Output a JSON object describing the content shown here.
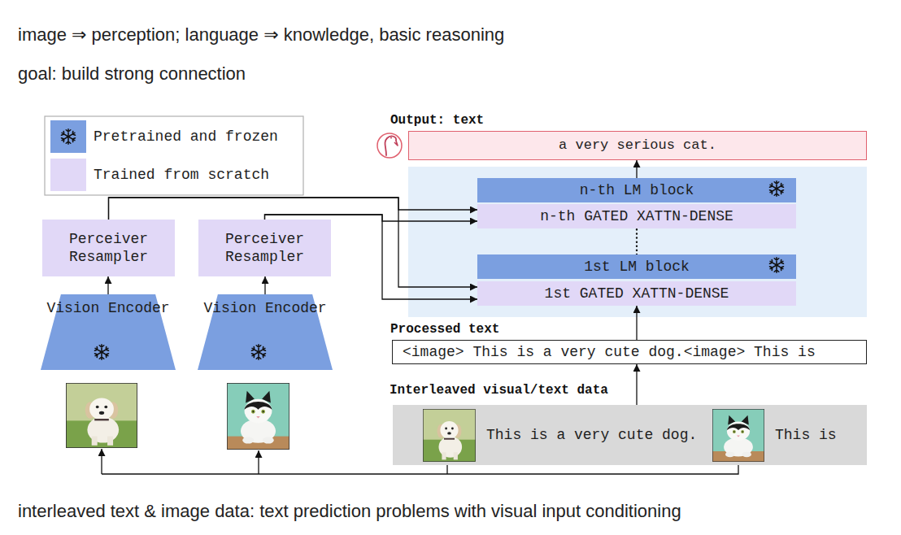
{
  "diagram": {
    "nodes": [
      {
        "text": [
          "Output: text",
          "a very serious cat."
        ]
      },
      {
        "text": [
          "n-th LM block"
        ]
      },
      {
        "text": [
          "n-th GATED XATTN-DENSE"
        ]
      },
      {
        "text": [
          "1st LM block"
        ]
      },
      {
        "text": [
          "1st GATED XATTN-DENSE"
        ]
      },
      {
        "text": [
          "Perceiver Resampler"
        ]
      },
      {
        "text": [
          "Perceiver Resampler"
        ]
      },
      {
        "text": [
          "Vision Encoder"
        ]
      },
      {
        "text": [
          "Vision Encoder"
        ]
      },
      {
        "text": [
          "Processed text",
          "<image> This is a very cute dog.<image> This is"
        ]
      },
      {
        "text": [
          "Interleaved visual/text data",
          "This is a very cute dog.",
          "This is"
        ]
      }
    ],
    "edges": [
      {
        "from": 7,
        "to": 5,
        "arrow": "to"
      },
      {
        "from": 8,
        "to": 6,
        "arrow": "to"
      },
      {
        "from": 5,
        "to": 2,
        "arrow": "to"
      },
      {
        "from": 5,
        "to": 4,
        "arrow": "to"
      },
      {
        "from": 6,
        "to": 2,
        "arrow": "to"
      },
      {
        "from": 6,
        "to": 4,
        "arrow": "to"
      },
      {
        "from": 9,
        "to": 4,
        "arrow": "to"
      },
      {
        "from": 3,
        "to": 2,
        "arrow": "none"
      },
      {
        "from": 1,
        "to": 0,
        "arrow": "to"
      },
      {
        "from": 10,
        "to": 9,
        "arrow": "to"
      }
    ],
    "labels": [
      "image ⇒ perception; language ⇒ knowledge, basic reasoning",
      "goal: build strong connection",
      "interleaved text & image data: text prediction problems with visual input conditioning"
    ],
    "legend": [
      {
        "text": "Pretrained and frozen",
        "color": "#7b9fe0"
      },
      {
        "text": "Trained from scratch",
        "color": "#e1d8f7"
      }
    ]
  }
}
